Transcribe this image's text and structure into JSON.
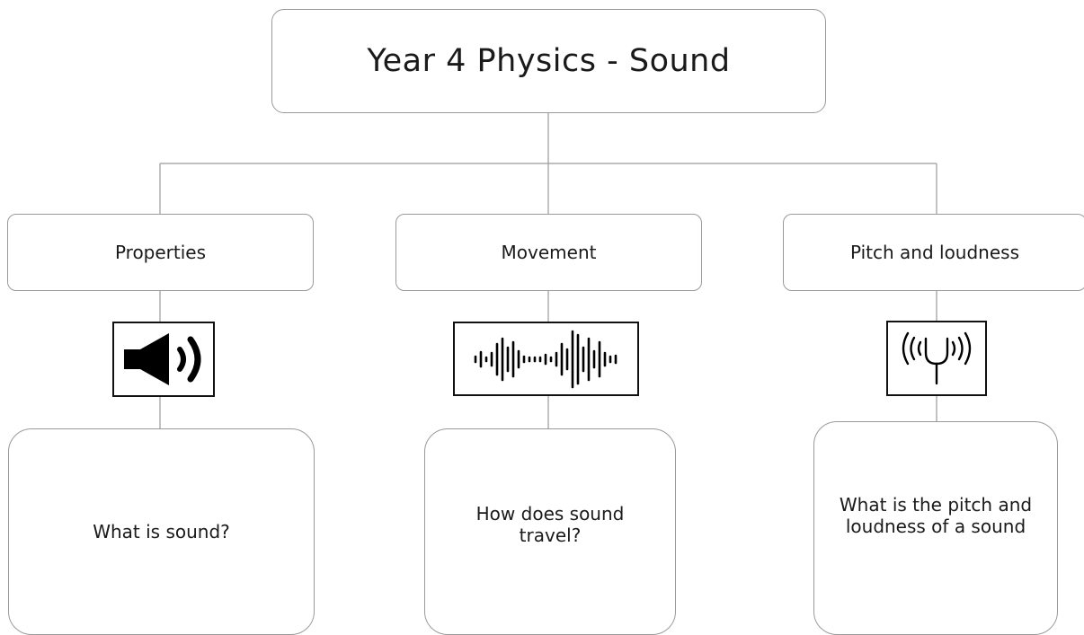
{
  "diagram": {
    "title": "Year 4 Physics - Sound",
    "branches": [
      {
        "label": "Properties",
        "icon": "speaker-icon",
        "question": "What is sound?"
      },
      {
        "label": "Movement",
        "icon": "sound-wave-icon",
        "question": "How does sound travel?"
      },
      {
        "label": "Pitch and loudness",
        "icon": "tuning-fork-icon",
        "question": "What is the pitch and loudness of a sound"
      }
    ]
  }
}
